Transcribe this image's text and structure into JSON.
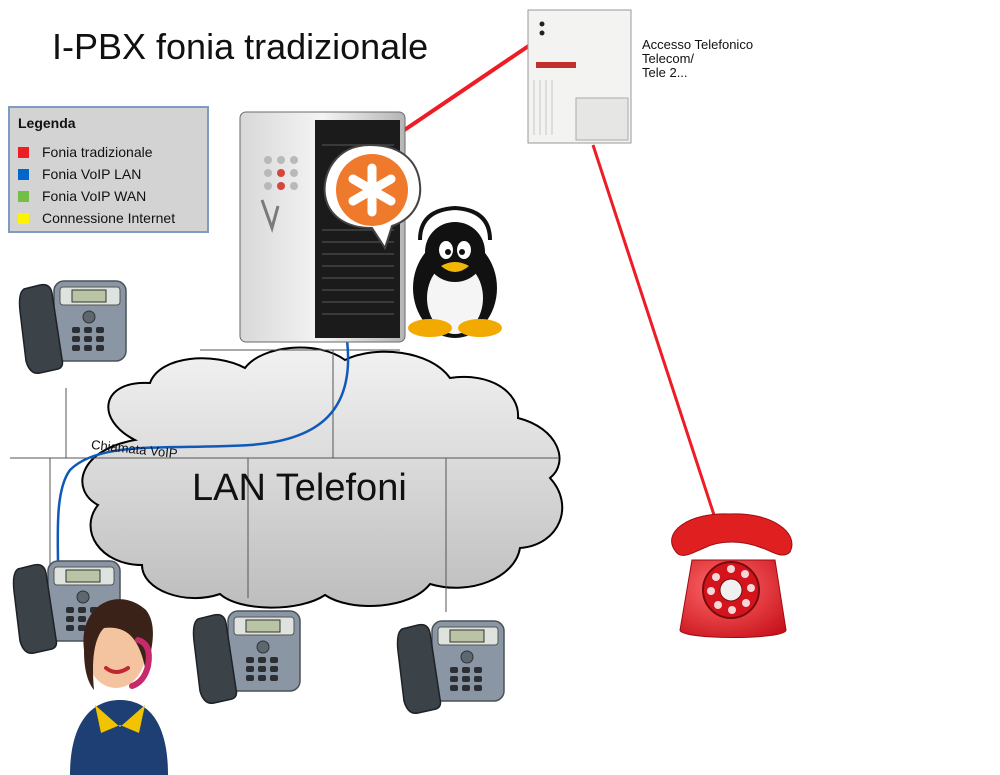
{
  "title": "I-PBX fonia tradizionale",
  "legend": {
    "title": "Legenda",
    "items": [
      {
        "label": "Fonia tradizionale",
        "color": "#ee1c24"
      },
      {
        "label": "Fonia VoIP LAN",
        "color": "#0066cc"
      },
      {
        "label": "Fonia VoIP WAN",
        "color": "#72bf44"
      },
      {
        "label": "Connessione Internet",
        "color": "#fff200"
      }
    ]
  },
  "access_label": "Accesso Telefonico\nTelecom/\nTele 2...",
  "lan_label": "LAN Telefoni",
  "call_label": "Chiamata VoIP",
  "colors": {
    "traditional": "#ee1c24",
    "voip_lan": "#0f59b8",
    "cloud_fill": "#d9d9d9",
    "cloud_stroke": "#000000"
  }
}
